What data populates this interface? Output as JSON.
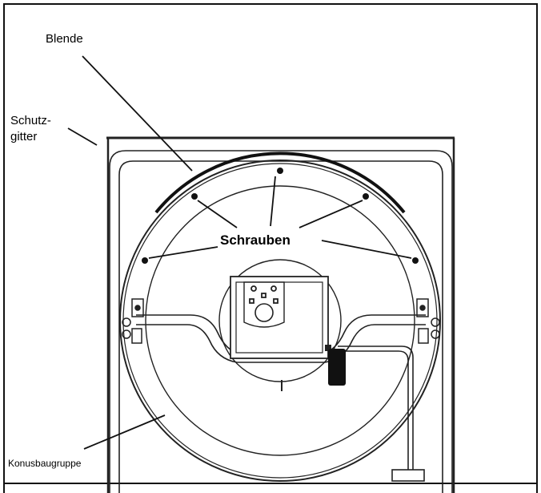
{
  "labels": {
    "blende": "Blende",
    "schutz_line1": "Schutz-",
    "schutz_line2": "gitter",
    "schrauben": "Schrauben",
    "konus": "Konusbaugruppe"
  }
}
